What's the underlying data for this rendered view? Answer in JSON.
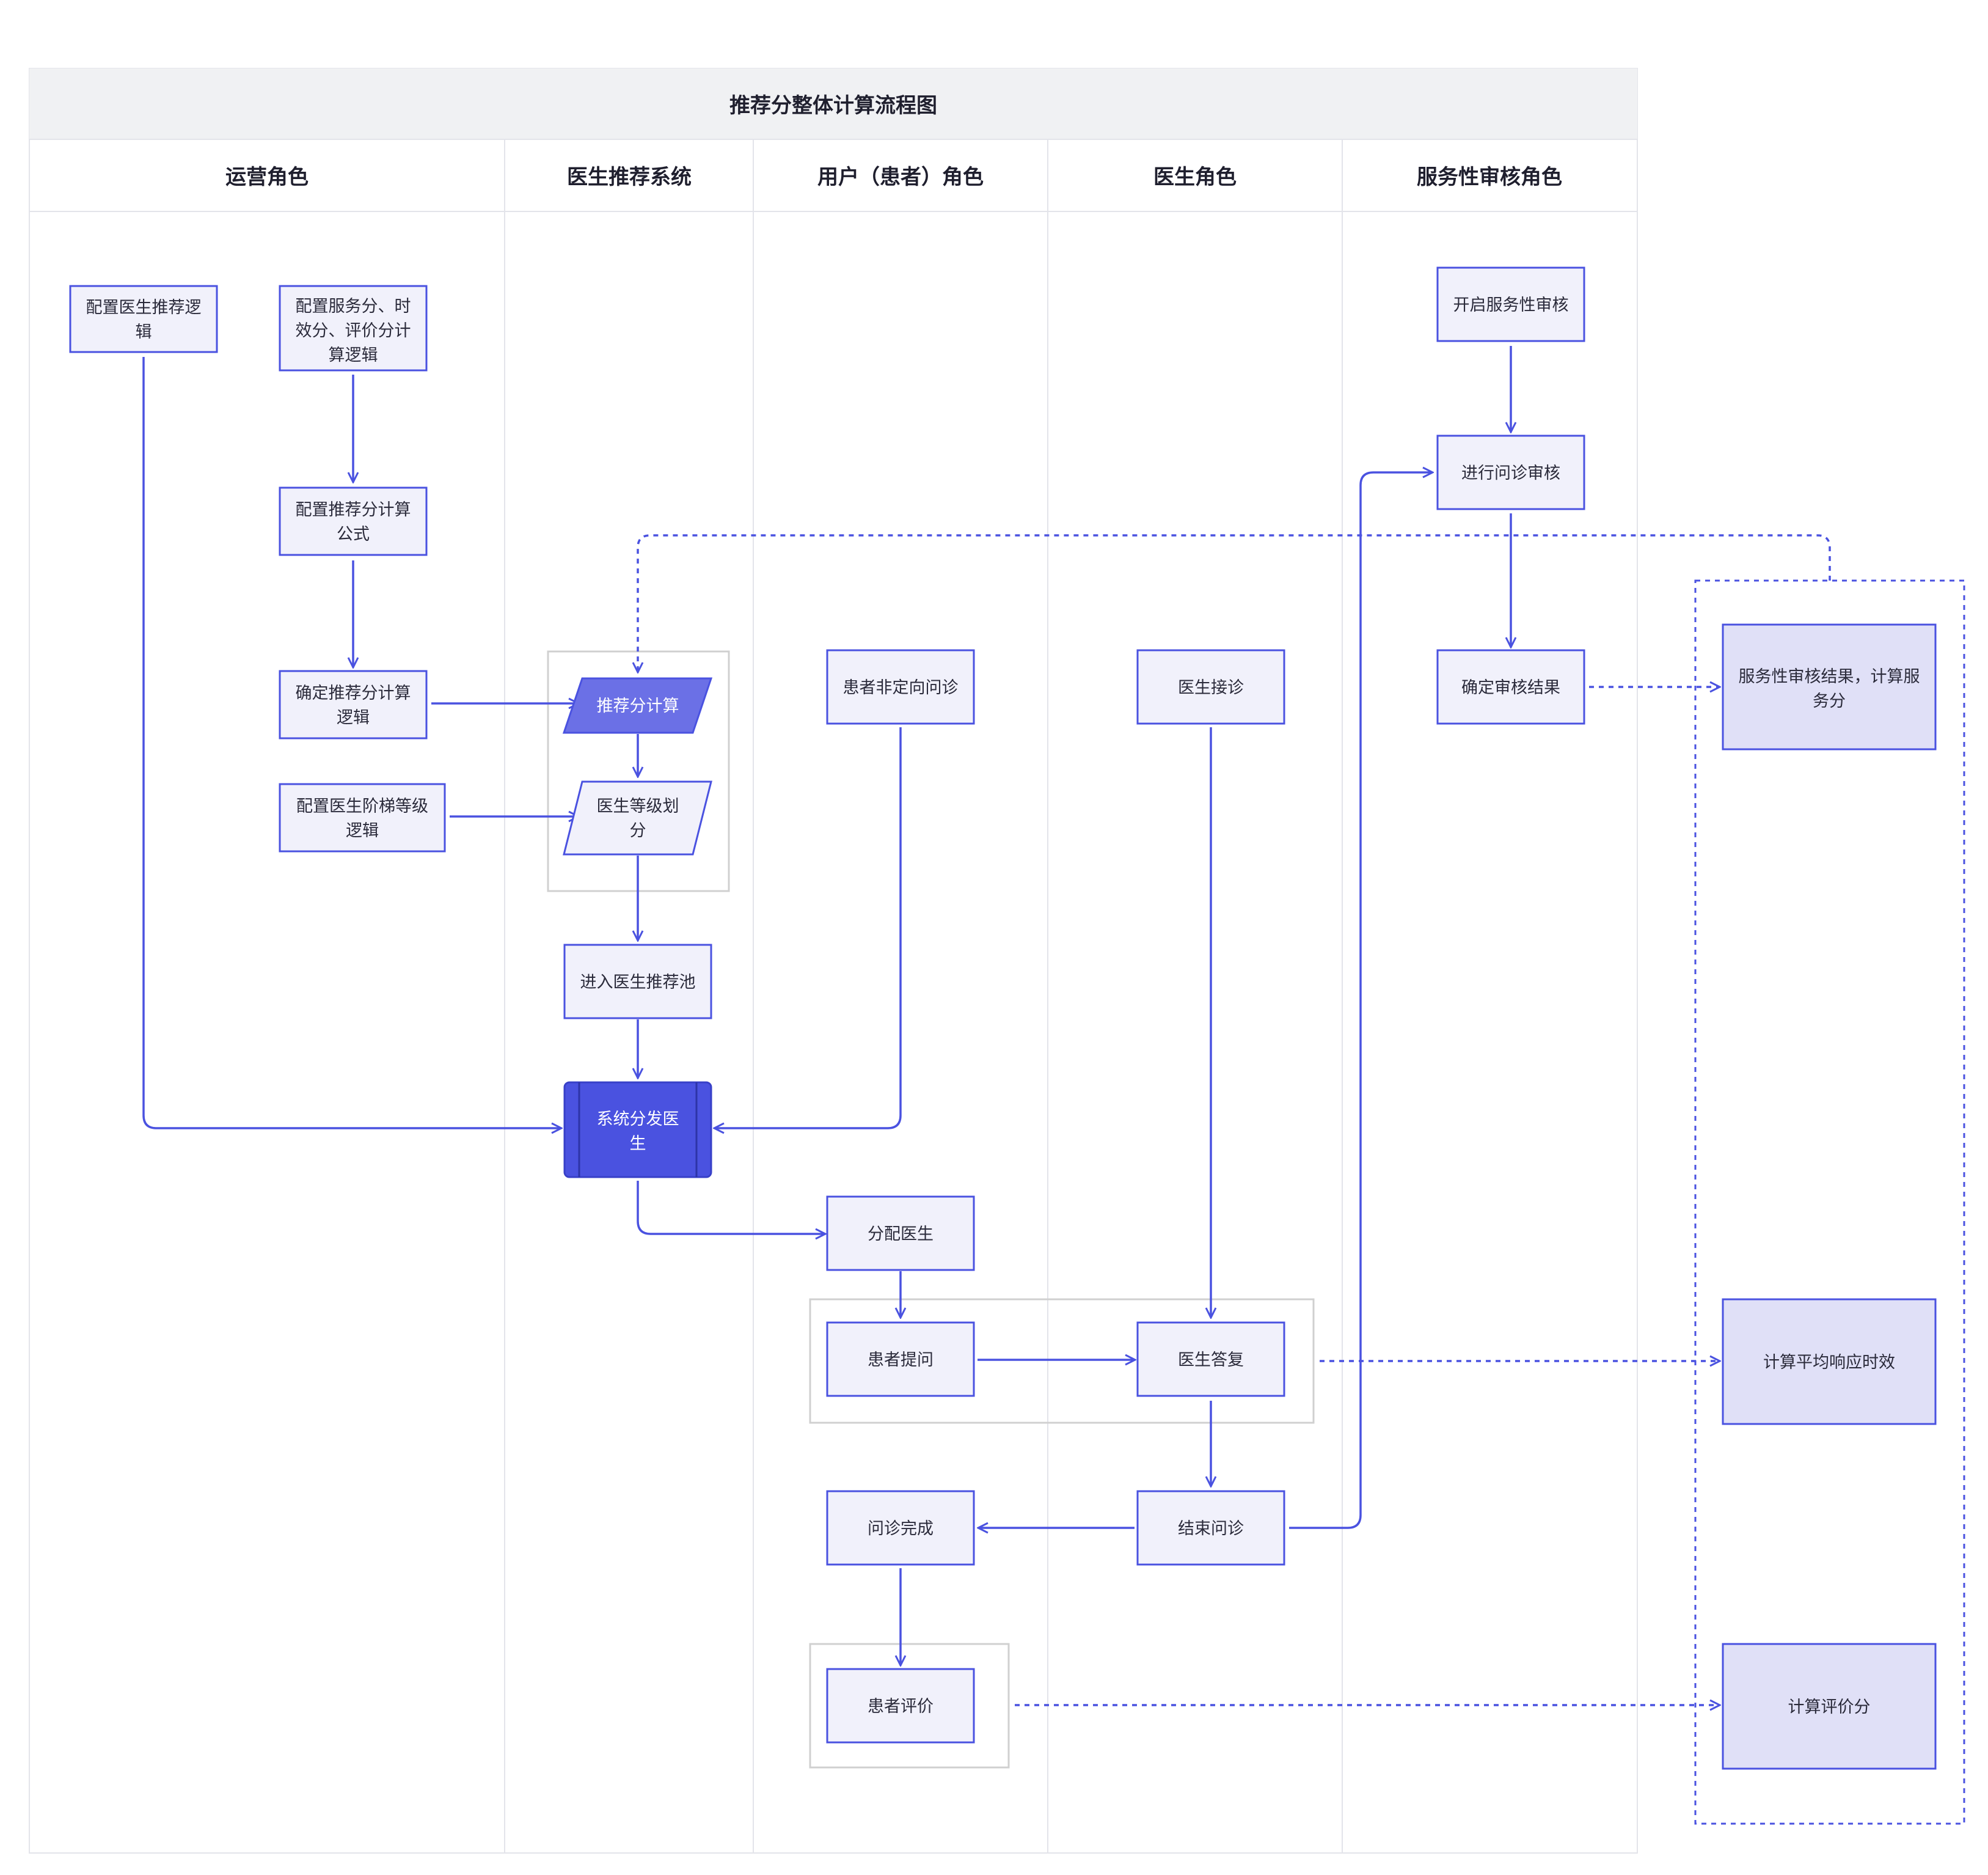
{
  "title": "推荐分整体计算流程图",
  "lanes": [
    "运营角色",
    "医生推荐系统",
    "用户（患者）角色",
    "医生角色",
    "服务性审核角色"
  ],
  "nodes": {
    "config_logic": [
      "配置医生推荐逻",
      "辑"
    ],
    "config_scores": [
      "配置服务分、时",
      "效分、评价分计",
      "算逻辑"
    ],
    "config_formula": [
      "配置推荐分计算",
      "公式"
    ],
    "confirm_logic": [
      "确定推荐分计算",
      "逻辑"
    ],
    "config_ladder": [
      "配置医生阶梯等级",
      "逻辑"
    ],
    "calc_score": [
      "推荐分计算"
    ],
    "grade_doctor": [
      "医生等级划",
      "分"
    ],
    "enter_pool": [
      "进入医生推荐池"
    ],
    "dispatch": [
      "系统分发医",
      "生"
    ],
    "nondirect": [
      "患者非定向问诊"
    ],
    "assign": [
      "分配医生"
    ],
    "ask": [
      "患者提问"
    ],
    "done": [
      "问诊完成"
    ],
    "evaluate": [
      "患者评价"
    ],
    "accept": [
      "医生接诊"
    ],
    "reply": [
      "医生答复"
    ],
    "end_consult": [
      "结束问诊"
    ],
    "open_review": [
      "开启服务性审核"
    ],
    "do_review": [
      "进行问诊审核"
    ],
    "review_result": [
      "确定审核结果"
    ],
    "service_calc": [
      "服务性审核结果，计算服",
      "务分"
    ],
    "response_calc": [
      "计算平均响应时效"
    ],
    "eval_calc": [
      "计算评价分"
    ]
  },
  "colors": {
    "accent": "#4a52e0",
    "node_fill": "#f1f1fb",
    "result_fill": "#e0e0f7",
    "header_bg": "#f0f1f3",
    "group_border": "#d0d0d0"
  }
}
